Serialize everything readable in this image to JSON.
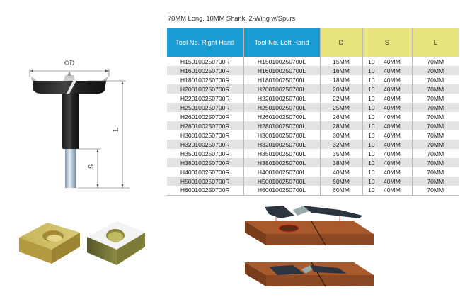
{
  "title": "70MM Long, 10MM Shank, 2-Wing w/Spurs",
  "table": {
    "headers": [
      "Tool No. Right Hand",
      "Tool No. Left Hand",
      "D",
      "S",
      "L"
    ],
    "header_colors": {
      "tool_columns": "#1a9bd1",
      "dimension_columns": "#e6e57e"
    },
    "rows": [
      {
        "right": "H150100250700R",
        "left": "H150100250700L",
        "d": "15MM",
        "s1": "10",
        "s2": "40MM",
        "l": "70MM"
      },
      {
        "right": "H160100250700R",
        "left": "H160100250700L",
        "d": "16MM",
        "s1": "10",
        "s2": "40MM",
        "l": "70MM"
      },
      {
        "right": "H180100250700R",
        "left": "H180100250700L",
        "d": "18MM",
        "s1": "10",
        "s2": "40MM",
        "l": "70MM"
      },
      {
        "right": "H200100250700R",
        "left": "H200100250700L",
        "d": "20MM",
        "s1": "10",
        "s2": "40MM",
        "l": "70MM"
      },
      {
        "right": "H220100250700R",
        "left": "H220100250700L",
        "d": "22MM",
        "s1": "10",
        "s2": "40MM",
        "l": "70MM"
      },
      {
        "right": "H250100250700R",
        "left": "H250100250700L",
        "d": "25MM",
        "s1": "10",
        "s2": "40MM",
        "l": "70MM"
      },
      {
        "right": "H260100250700R",
        "left": "H260100250700L",
        "d": "26MM",
        "s1": "10",
        "s2": "40MM",
        "l": "70MM"
      },
      {
        "right": "H280100250700R",
        "left": "H280100250700L",
        "d": "28MM",
        "s1": "10",
        "s2": "40MM",
        "l": "70MM"
      },
      {
        "right": "H300100250700R",
        "left": "H300100250700L",
        "d": "30MM",
        "s1": "10",
        "s2": "40MM",
        "l": "70MM"
      },
      {
        "right": "H320100250700R",
        "left": "H320100250700L",
        "d": "32MM",
        "s1": "10",
        "s2": "40MM",
        "l": "70MM"
      },
      {
        "right": "H350100250700R",
        "left": "H350100250700L",
        "d": "35MM",
        "s1": "10",
        "s2": "40MM",
        "l": "70MM"
      },
      {
        "right": "H380100250700R",
        "left": "H380100250700L",
        "d": "38MM",
        "s1": "10",
        "s2": "40MM",
        "l": "70MM"
      },
      {
        "right": "H400100250700R",
        "left": "H400100250700L",
        "d": "40MM",
        "s1": "10",
        "s2": "40MM",
        "l": "70MM"
      },
      {
        "right": "H500100250700R",
        "left": "H500100250700L",
        "d": "50MM",
        "s1": "10",
        "s2": "40MM",
        "l": "70MM"
      },
      {
        "right": "H600100250700R",
        "left": "H600100250700L",
        "d": "60MM",
        "s1": "10",
        "s2": "40MM",
        "l": "70MM"
      }
    ]
  },
  "diagram": {
    "diameter_label": "ΦD",
    "length_label": "L",
    "shank_label": "S"
  }
}
